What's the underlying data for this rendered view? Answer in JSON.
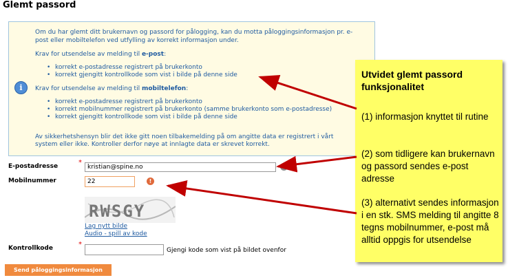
{
  "page": {
    "title": "Glemt passord"
  },
  "info": {
    "intro_line1": "Om du har glemt ditt brukernavn og passord for pålogging, kan du motta påloggingsinformasjon pr. e-",
    "intro_line2": "post eller mobiltelefon ved utfylling av korrekt informasjon under.",
    "epost_req_prefix": "Krav for utsendelse av melding til ",
    "epost_req_bold": "e-post",
    "epost_req_suffix": ":",
    "epost_items": [
      "korrekt e-postadresse registrert på brukerkonto",
      "korrekt gjengitt kontrollkode som vist i bilde på denne side"
    ],
    "mobil_req_prefix": "Krav for utsendelse av melding til ",
    "mobil_req_bold": "mobiltelefon",
    "mobil_req_suffix": ":",
    "mobil_items": [
      "korrekt e-postadresse registrert på brukerkonto",
      "korrekt mobilnummer registrert på brukerkonto (samme brukerkonto som e-postadresse)",
      "korrekt gjengitt kontrollkode som vist i bilde på denne side"
    ],
    "security_line1": "Av sikkerhetshensyn blir det ikke gitt noen tilbakemelding på om angitte data er registrert i vårt",
    "security_line2": "system eller ikke. Kontroller derfor nøye at innlagte data er skrevet korrekt."
  },
  "form": {
    "email_label": "E-postadresse",
    "email_value": "kristian@spine.no",
    "mobile_label": "Mobilnummer",
    "mobile_value": "22",
    "required_mark": "*",
    "captcha_text": "RWSGY",
    "new_image_link": "Lag nytt bilde",
    "audio_link": "Audio - spill av kode",
    "code_label": "Kontrollkode",
    "code_value": "",
    "code_hint": "Gjengi kode som vist på bildet ovenfor",
    "send_button": "Send påloggingsinformasjon"
  },
  "callout": {
    "title": "Utvidet glemt passord funksjonalitet",
    "item1": "(1) informasjon knyttet til rutine",
    "item2": "(2) som tidligere kan brukernavn og passord sendes e-post adresse",
    "item3": "(3) alternativt sendes informasjon i en stk. SMS melding til angitte 8 tegns mobilnummer, e-post må alltid oppgis for utsendelse"
  },
  "colors": {
    "info_bg": "#fffbe3",
    "info_border": "#9fc4de",
    "info_text": "#1e5aa0",
    "button": "#f08a3e",
    "callout_bg": "#ffff66",
    "arrow": "#c00000"
  }
}
